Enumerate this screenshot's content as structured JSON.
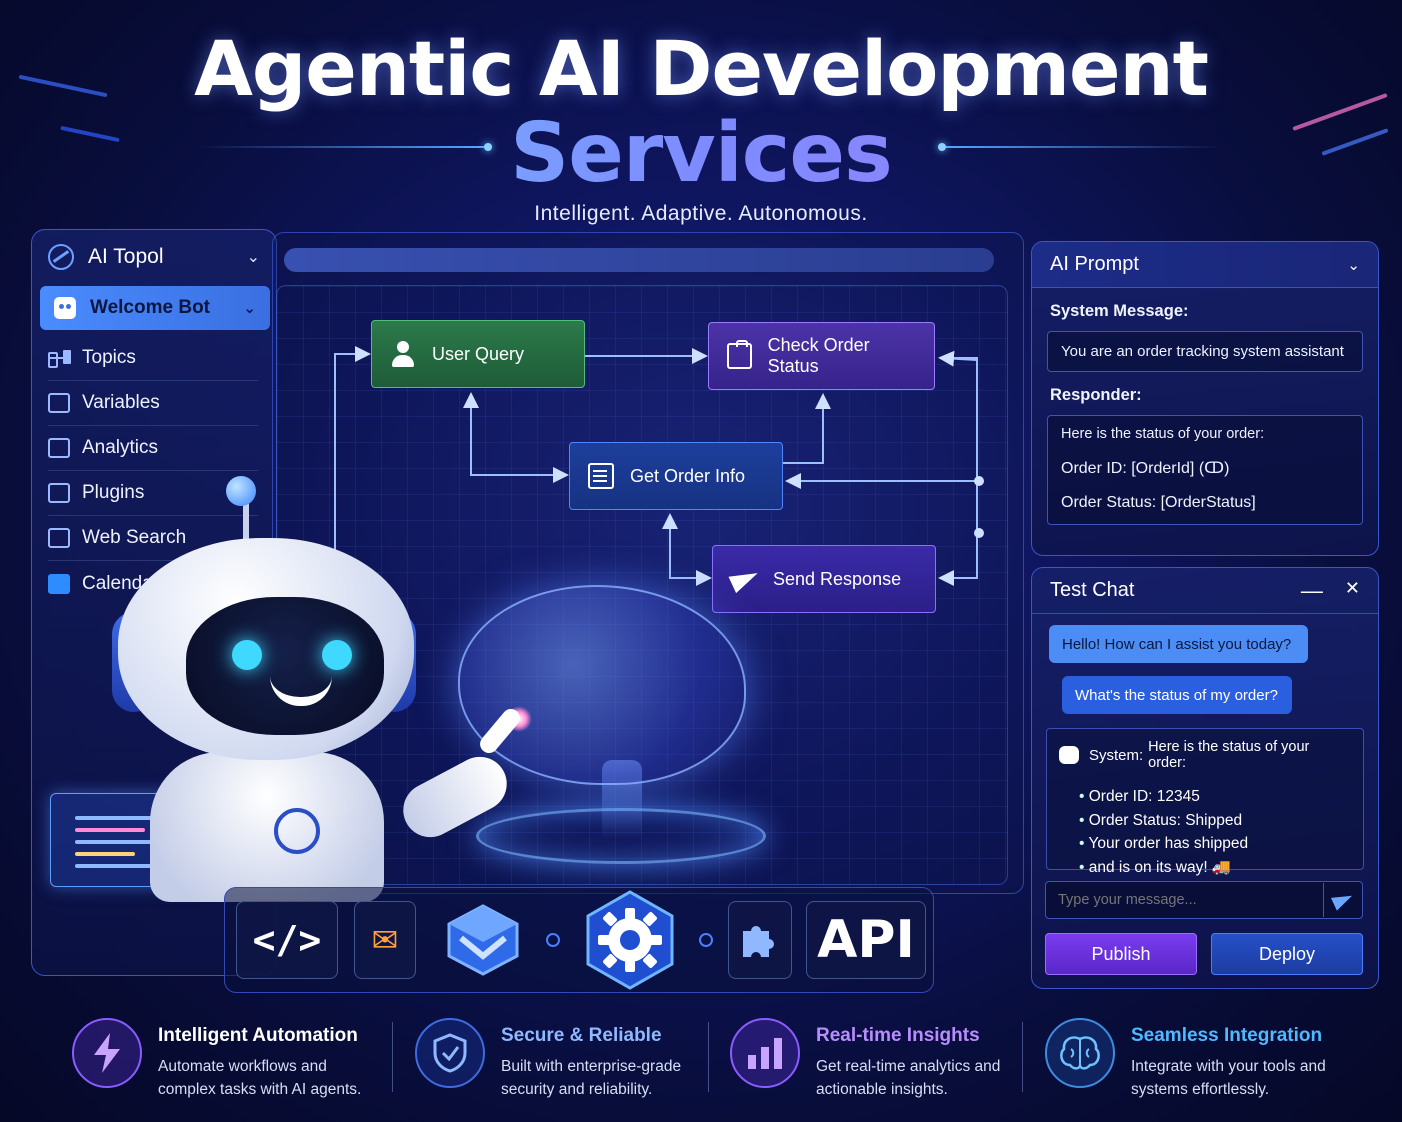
{
  "header": {
    "title_line1": "Agentic AI Development",
    "title_line2": "Services",
    "tagline": "Intelligent. Adaptive. Autonomous."
  },
  "sidebar": {
    "title": "AI Topol",
    "active_item": "Welcome Bot",
    "items": [
      {
        "label": "Topics",
        "icon": "topics-icon"
      },
      {
        "label": "Variables",
        "icon": "variables-icon"
      },
      {
        "label": "Analytics",
        "icon": "analytics-icon"
      },
      {
        "label": "Plugins",
        "icon": "plugins-icon"
      },
      {
        "label": "Web Search",
        "icon": "web-search-icon"
      },
      {
        "label": "Calendar",
        "icon": "calendar-icon"
      }
    ]
  },
  "flow": {
    "nodes": [
      {
        "id": "user-query",
        "label": "User Query",
        "icon": "user-icon",
        "color": "#2c7a4a"
      },
      {
        "id": "check-order-status",
        "label": "Check Order Status",
        "icon": "clipboard-icon",
        "color": "#4c33a8"
      },
      {
        "id": "get-order-info",
        "label": "Get Order Info",
        "icon": "list-icon",
        "color": "#1d3f9c"
      },
      {
        "id": "send-response",
        "label": "Send Response",
        "icon": "paper-plane-icon",
        "color": "#3a2aa8"
      }
    ]
  },
  "toolbar": {
    "code_label": "</>",
    "api_label": "API",
    "tools": [
      "code-icon",
      "mail-icon",
      "box-icon",
      "gear-icon",
      "puzzle-icon",
      "api-icon"
    ]
  },
  "ai_prompt": {
    "title": "AI Prompt",
    "system_label": "System Message:",
    "system_value": "You are an order tracking system assistant",
    "responder_label": "Responder:",
    "responder_lines": [
      "Here is the status of your order:",
      "Order ID: [OrderId]  (ↀ)",
      "Order Status: [OrderStatus]"
    ]
  },
  "test_chat": {
    "title": "Test Chat",
    "minimize": "—",
    "close": "✕",
    "greeting": "Hello!  How can I assist you today?",
    "user_message": "What's the status of my order?",
    "system_prefix": "System:",
    "system_text": "Here is the status of your order:",
    "bullets": [
      "Order ID: 12345",
      "Order Status: Shipped",
      "Your order has shipped",
      "and is on its way! 🚚"
    ],
    "input_placeholder": "Type your message...",
    "publish_label": "Publish",
    "deploy_label": "Deploy"
  },
  "features": [
    {
      "title": "Intelligent Automation",
      "desc": "Automate workflows and complex tasks with AI agents.",
      "icon": "lightning-icon",
      "color": "#b98cff"
    },
    {
      "title": "Secure & Reliable",
      "desc": "Built with enterprise-grade security and reliability.",
      "icon": "shield-icon",
      "color": "#6fa8ff"
    },
    {
      "title": "Real-time Insights",
      "desc": "Get real-time analytics and actionable insights.",
      "icon": "bar-chart-icon",
      "color": "#b98cff"
    },
    {
      "title": "Seamless Integration",
      "desc": "Integrate with your tools and systems effortlessly.",
      "icon": "brain-icon",
      "color": "#4fb8ff"
    }
  ],
  "colors": {
    "background": "#0f1660",
    "accent_blue": "#4a8cff",
    "accent_purple": "#7a3cf0",
    "panel_border": "#3a56c8"
  }
}
